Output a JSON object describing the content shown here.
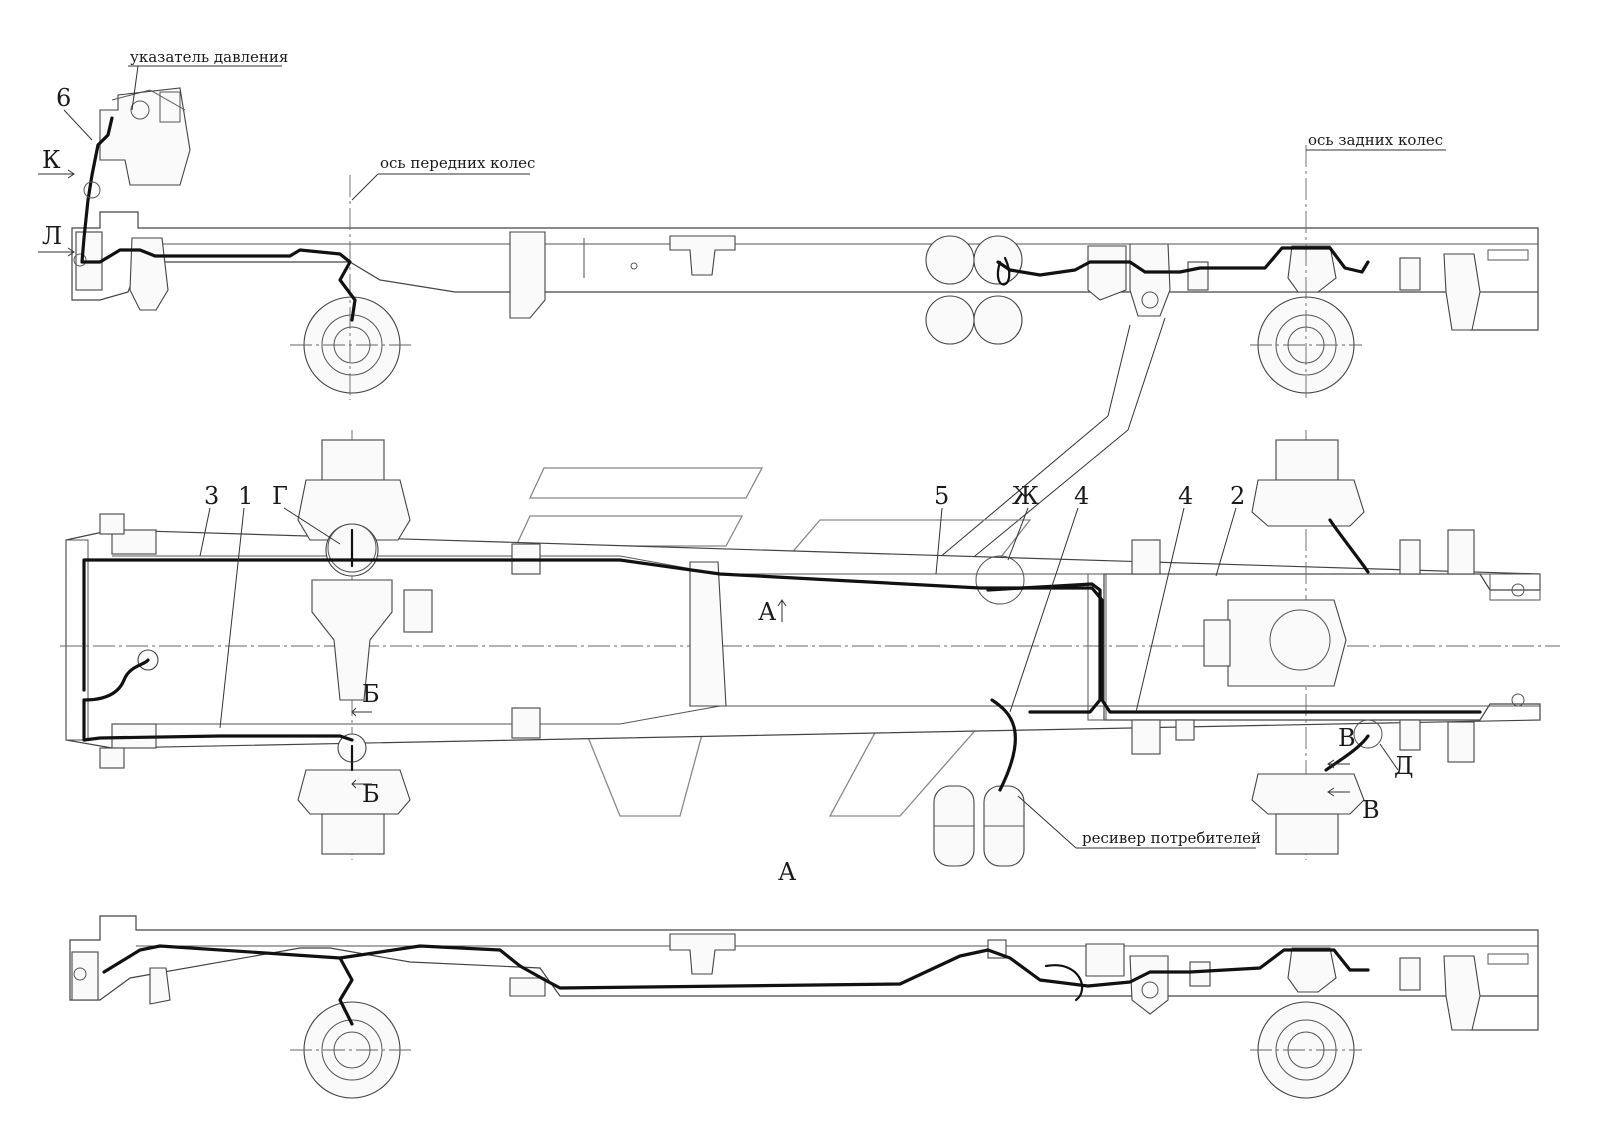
{
  "labels": {
    "pressure_gauge": "указатель давления",
    "front_axle": "ось передних колес",
    "rear_axle": "ось задних колес",
    "consumer_receiver": "ресивер потребителей",
    "view_a": "А",
    "view_a_arrow": "А"
  },
  "callouts": {
    "n6": "6",
    "k": "К",
    "l": "Л",
    "n3": "3",
    "n1": "1",
    "g": "Г",
    "n5": "5",
    "zh": "Ж",
    "n4a": "4",
    "n4b": "4",
    "n2": "2",
    "b_upper": "Б",
    "b_lower": "Б",
    "v_upper": "В",
    "v_lower": "В",
    "d": "Д"
  }
}
